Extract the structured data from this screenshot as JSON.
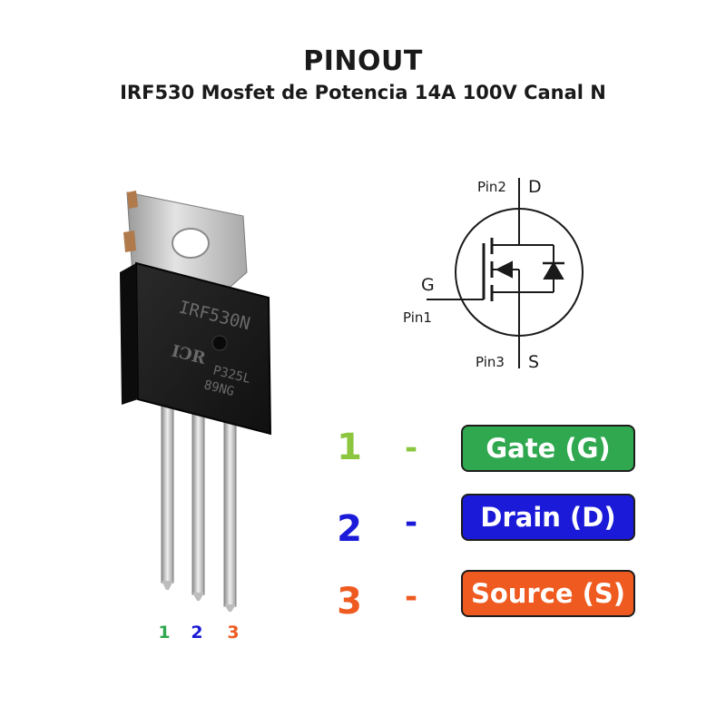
{
  "header": {
    "title": "PINOUT",
    "subtitle": "IRF530 Mosfet de Potencia 14A 100V Canal N"
  },
  "package": {
    "marking_line1": "IRF530N",
    "marking_logo": "IƆR",
    "marking_line2": "P325L",
    "marking_line3": "89NG",
    "lead_numbers": [
      "1",
      "2",
      "3"
    ]
  },
  "schematic": {
    "drain_pin": "Pin2",
    "drain_letter": "D",
    "gate_letter": "G",
    "gate_pin": "Pin1",
    "source_pin": "Pin3",
    "source_letter": "S"
  },
  "pinout": [
    {
      "number": "1",
      "separator": "-",
      "label": "Gate (G)",
      "color": "#2fa84f",
      "number_color": "#8cc63f"
    },
    {
      "number": "2",
      "separator": "-",
      "label": "Drain (D)",
      "color": "#1a1ad8",
      "number_color": "#1a1ad8"
    },
    {
      "number": "3",
      "separator": "-",
      "label": "Source (S)",
      "color": "#ee5a1f",
      "number_color": "#ee5a1f"
    }
  ],
  "colors": {
    "gate": "#2fa84f",
    "drain": "#1a1ad8",
    "source": "#ee5a1f",
    "package_body": "#1b1b1b",
    "tab_metal": "#c9c9c9"
  }
}
